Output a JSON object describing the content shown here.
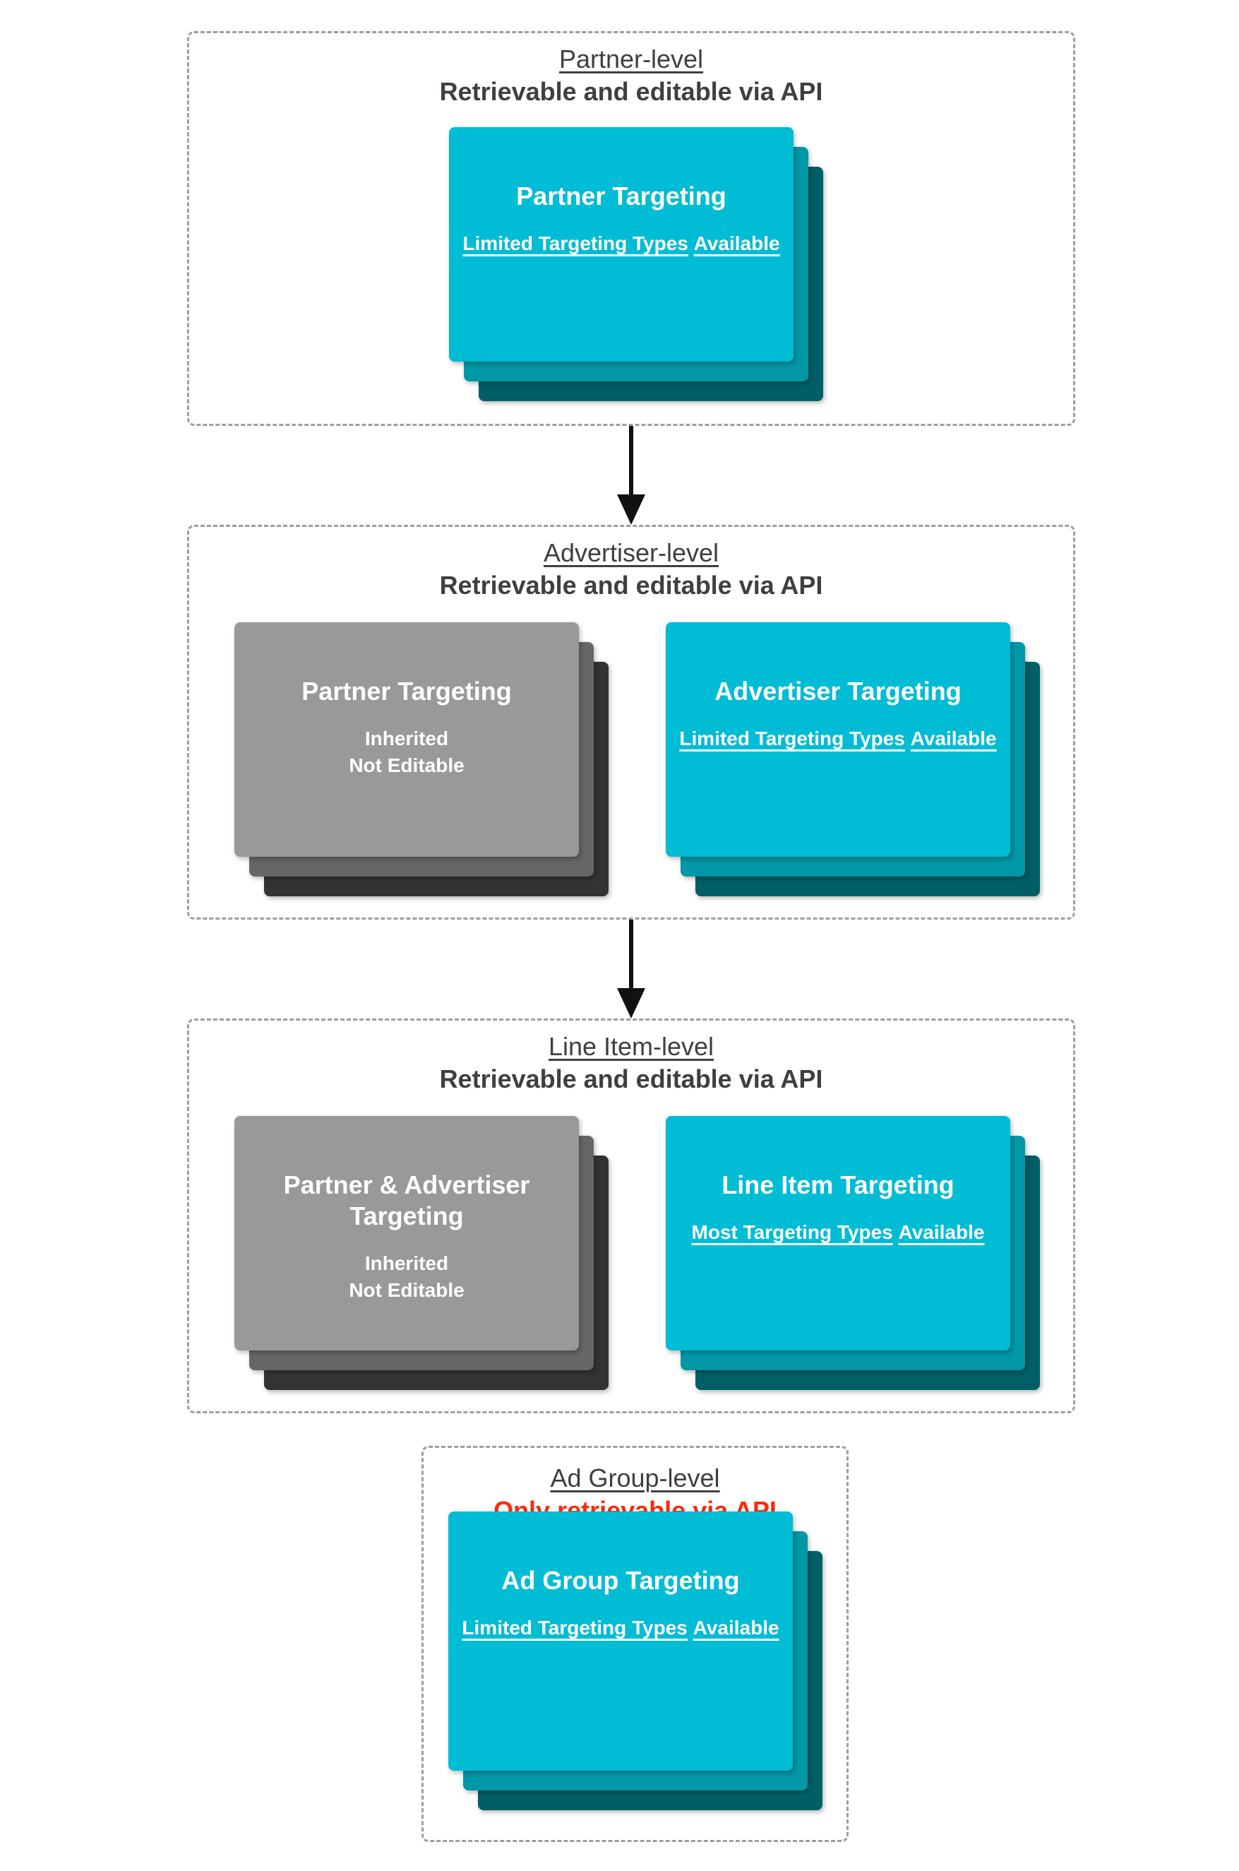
{
  "colors": {
    "teal_front": "#00bcd4",
    "teal_mid": "#0097a7",
    "teal_back": "#005f66",
    "gray_front": "#999999",
    "gray_mid": "#666666",
    "gray_back": "#333333",
    "header_text": "#3d4043",
    "alert_red": "#fb2b0c",
    "card_text": "#ffffff",
    "arrow_black": "#111111",
    "dashed_border": "#9e9e9e"
  },
  "sections": [
    {
      "title": "Partner-level",
      "subtitle": "Retrievable and editable via API",
      "cards": [
        {
          "style": "teal",
          "title_lines": [
            "Partner Targeting"
          ],
          "body_lines": [
            "Limited Targeting Types",
            "Available"
          ]
        }
      ]
    },
    {
      "title": "Advertiser-level",
      "subtitle": "Retrievable and editable via API",
      "cards": [
        {
          "style": "gray",
          "title_lines": [
            "Partner Targeting"
          ],
          "body_lines": [
            "Inherited",
            "Not Editable"
          ]
        },
        {
          "style": "teal",
          "title_lines": [
            "Advertiser Targeting"
          ],
          "body_lines": [
            "Limited Targeting Types",
            "Available"
          ]
        }
      ]
    },
    {
      "title": "Line Item-level",
      "subtitle": "Retrievable and editable via API",
      "cards": [
        {
          "style": "gray",
          "title_lines": [
            "Partner & Advertiser",
            "Targeting"
          ],
          "body_lines": [
            "Inherited",
            "Not Editable"
          ]
        },
        {
          "style": "teal",
          "title_lines": [
            "Line Item Targeting"
          ],
          "body_lines": [
            "Most Targeting Types",
            "Available"
          ]
        }
      ]
    },
    {
      "title": "Ad Group-level",
      "subtitle": "Only retrievable via API",
      "cards": [
        {
          "style": "teal",
          "title_lines": [
            "Ad Group Targeting"
          ],
          "body_lines": [
            "Limited Targeting Types",
            "Available"
          ]
        }
      ]
    }
  ]
}
